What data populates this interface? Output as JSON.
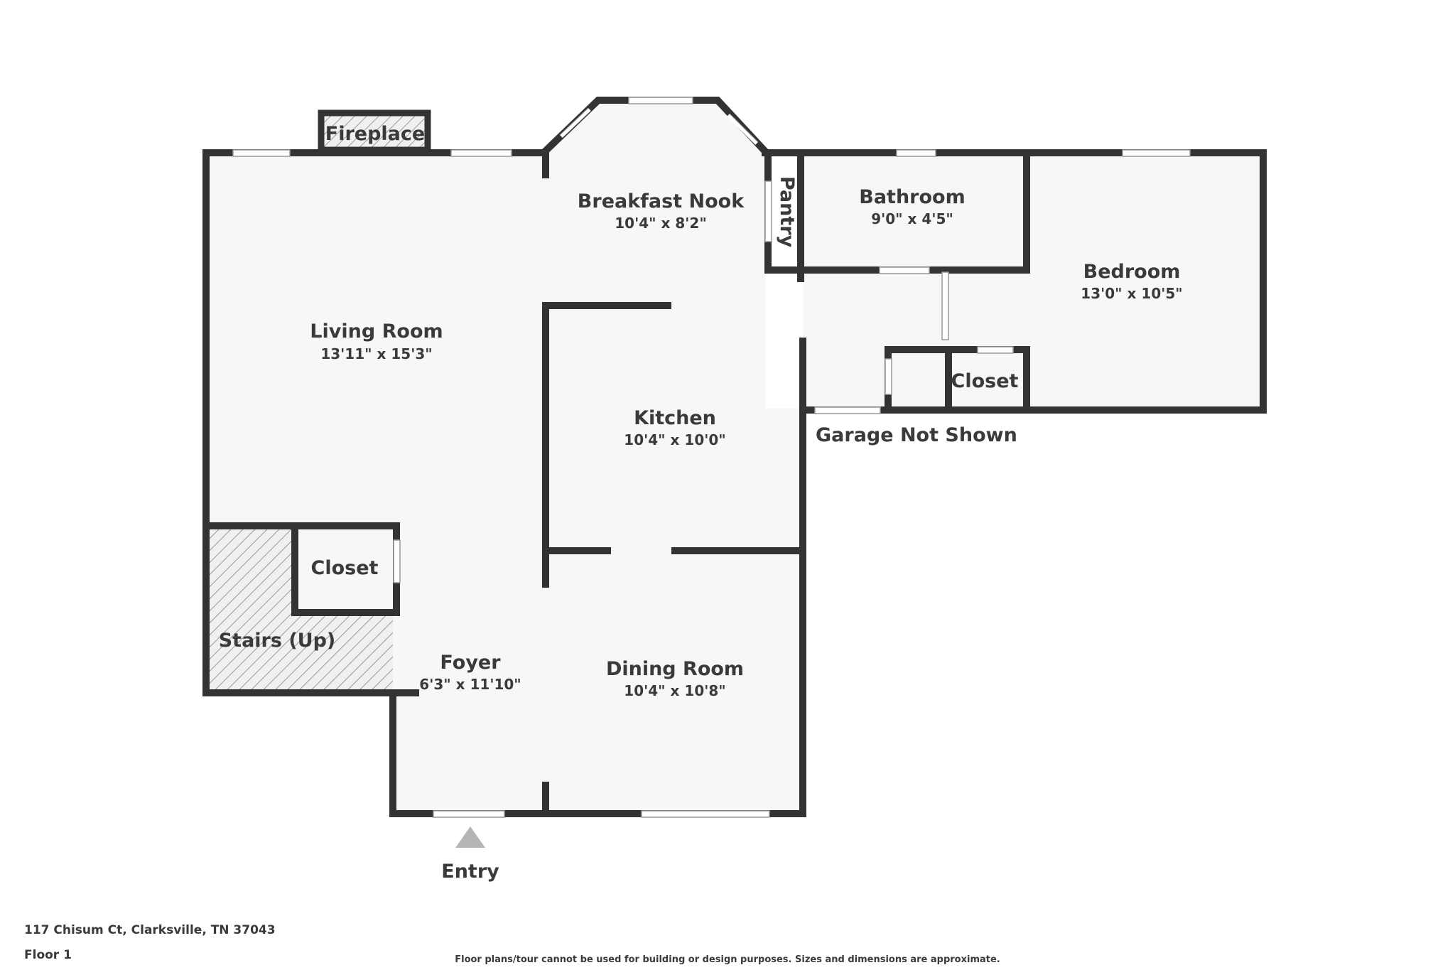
{
  "rooms": {
    "living_room": {
      "name": "Living Room",
      "dim": "13'11\" x 15'3\""
    },
    "breakfast_nook": {
      "name": "Breakfast Nook",
      "dim": "10'4\" x 8'2\""
    },
    "bathroom": {
      "name": "Bathroom",
      "dim": "9'0\" x 4'5\""
    },
    "bedroom": {
      "name": "Bedroom",
      "dim": "13'0\" x 10'5\""
    },
    "kitchen": {
      "name": "Kitchen",
      "dim": "10'4\" x 10'0\""
    },
    "foyer": {
      "name": "Foyer",
      "dim": "6'3\" x 11'10\""
    },
    "dining_room": {
      "name": "Dining Room",
      "dim": "10'4\" x 10'8\""
    }
  },
  "labels": {
    "fireplace": "Fireplace",
    "pantry": "Pantry",
    "closet_bedroom": "Closet",
    "closet_foyer": "Closet",
    "stairs": "Stairs (Up)",
    "garage": "Garage Not Shown",
    "entry": "Entry"
  },
  "footer": {
    "address": "117 Chisum Ct, Clarksville, TN 37043",
    "floor": "Floor 1",
    "disclaimer": "Floor plans/tour cannot be used for building or design purposes. Sizes and dimensions are approximate."
  },
  "colors": {
    "wall": "#333333",
    "floor": "#f7f7f7",
    "text": "#3a3a3a",
    "entry_arrow": "#b5b5b5",
    "window": "#ffffff"
  }
}
